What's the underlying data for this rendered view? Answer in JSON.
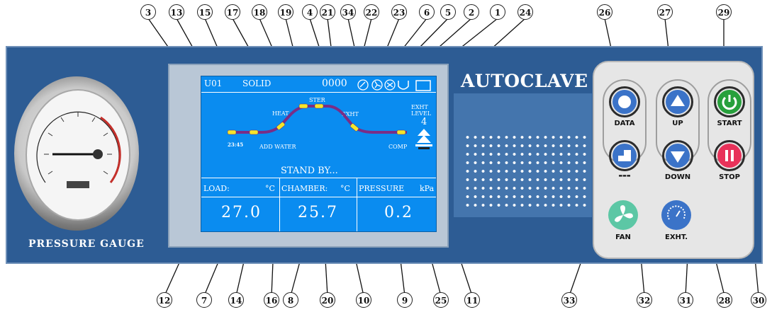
{
  "gauge": {
    "label": "PRESSURE GAUGE"
  },
  "brand": "AUTOCLAVE",
  "lcd": {
    "mode_code": "U01",
    "program": "SOLID",
    "counter": "0000",
    "stage_labels": {
      "heat": "HEAT",
      "ster": "STER",
      "exht": "EXHT",
      "exht_level": "LEVEL",
      "exht_value": "4",
      "add_water": "ADD WATER",
      "comp": "COMP",
      "time": "23:45"
    },
    "status": "STAND BY...",
    "readouts": [
      {
        "label": "LOAD:",
        "unit": "°C",
        "value": "27.0"
      },
      {
        "label": "CHAMBER:",
        "unit": "°C",
        "value": "25.7"
      },
      {
        "label": "PRESSURE",
        "unit": "kPa",
        "value": "0.2"
      }
    ]
  },
  "keys": [
    {
      "label": "DATA",
      "icon": "circle-icon",
      "color": "#3b73c8"
    },
    {
      "label": "UP",
      "icon": "triangle-up-icon",
      "color": "#3b73c8"
    },
    {
      "label": "START",
      "icon": "power-icon",
      "color": "#27a03c"
    },
    {
      "label": "",
      "icon": "step-icon",
      "color": "#3b73c8"
    },
    {
      "label": "DOWN",
      "icon": "triangle-down-icon",
      "color": "#3b73c8"
    },
    {
      "label": "STOP",
      "icon": "pause-icon",
      "color": "#e8325a"
    },
    {
      "label": "FAN",
      "icon": "fan-icon",
      "color": "#5cc7a5"
    },
    {
      "label": "EXHT.",
      "icon": "exhaust-icon",
      "color": "#3b73c8"
    }
  ],
  "callouts": {
    "top": [
      "3",
      "13",
      "15",
      "17",
      "18",
      "19",
      "4",
      "21",
      "34",
      "22",
      "23",
      "6",
      "5",
      "2",
      "1",
      "24",
      "26",
      "27",
      "29"
    ],
    "bottom": [
      "12",
      "7",
      "14",
      "16",
      "8",
      "20",
      "10",
      "9",
      "25",
      "11",
      "33",
      "32",
      "31",
      "28",
      "30"
    ]
  }
}
